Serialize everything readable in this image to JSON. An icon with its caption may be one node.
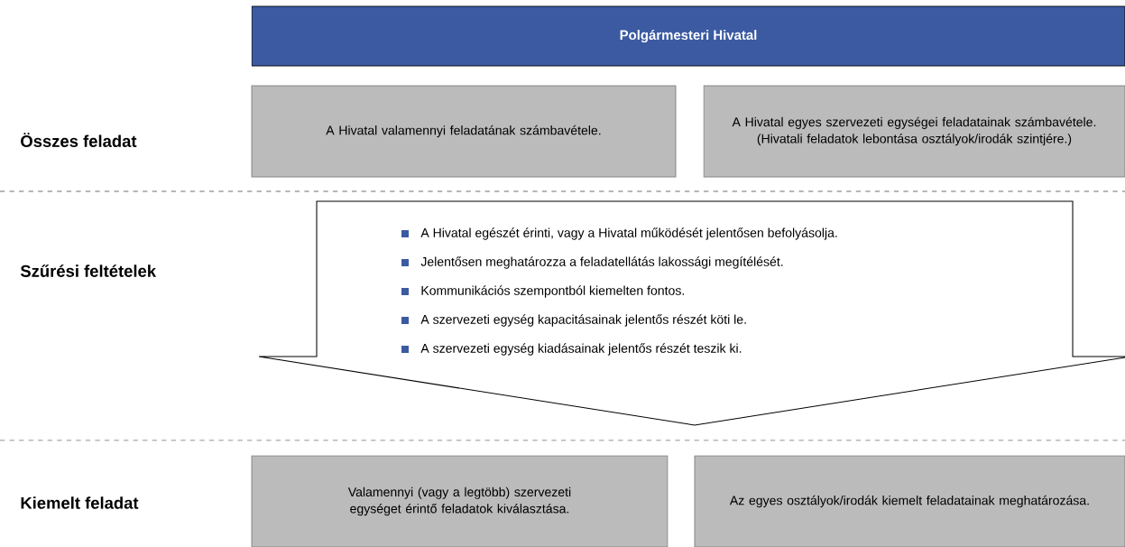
{
  "diagram": {
    "nodes": [
      {
        "text": [
          "Polgármesteri Hivatal"
        ]
      },
      {
        "text": [
          "A Hivatal valamennyi feladatának számbavétele."
        ]
      },
      {
        "text": [
          "A Hivatal egyes szervezeti egységei feladatainak számbavétele. (Hivatali feladatok lebontása osztályok/irodák szintjére.)"
        ]
      },
      {
        "text": [
          "A Hivatal egészét érinti, vagy a Hivatal működését jelentősen befolyásolja.",
          "Jelentősen meghatározza a feladatellátás lakossági megítélését.",
          "Kommunikációs szempontból kiemelten fontos.",
          "A szervezeti egység kapacitásainak jelentős részét köti le.",
          "A szervezeti egység kiadásainak jelentős részét teszik ki."
        ]
      },
      {
        "text": [
          "Valamennyi (vagy a legtöbb) szervezeti egységet érintő feladatok kiválasztása."
        ]
      },
      {
        "text": [
          "Az egyes osztályok/irodák kiemelt feladatainak meghatározása."
        ]
      }
    ],
    "labels": [
      "Összes feladat",
      "Szűrési feltételek",
      "Kiemelt feladat"
    ]
  }
}
